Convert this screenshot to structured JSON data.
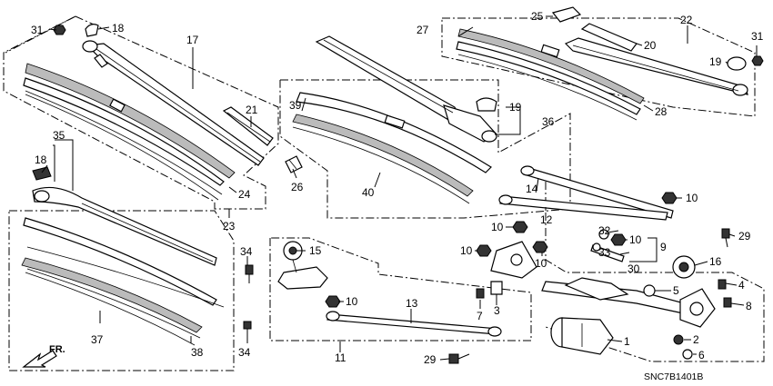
{
  "diagram": {
    "drawing_code": "SNC7B1401B",
    "direction_label": "FR.",
    "callouts": [
      {
        "id": "c31a",
        "text": "31"
      },
      {
        "id": "c18a",
        "text": "18"
      },
      {
        "id": "c17",
        "text": "17"
      },
      {
        "id": "c21",
        "text": "21"
      },
      {
        "id": "c24",
        "text": "24"
      },
      {
        "id": "c23",
        "text": "23"
      },
      {
        "id": "c35",
        "text": "35"
      },
      {
        "id": "c18b",
        "text": "18"
      },
      {
        "id": "c37",
        "text": "37"
      },
      {
        "id": "c38",
        "text": "38"
      },
      {
        "id": "c34a",
        "text": "34"
      },
      {
        "id": "c34b",
        "text": "34"
      },
      {
        "id": "c15",
        "text": "15"
      },
      {
        "id": "c10a",
        "text": "10"
      },
      {
        "id": "c13",
        "text": "13"
      },
      {
        "id": "c11",
        "text": "11"
      },
      {
        "id": "c29a",
        "text": "29"
      },
      {
        "id": "c26",
        "text": "26"
      },
      {
        "id": "c39",
        "text": "39"
      },
      {
        "id": "c40",
        "text": "40"
      },
      {
        "id": "c19a",
        "text": "19"
      },
      {
        "id": "c36",
        "text": "36"
      },
      {
        "id": "c27",
        "text": "27"
      },
      {
        "id": "c25",
        "text": "25"
      },
      {
        "id": "c22",
        "text": "22"
      },
      {
        "id": "c20",
        "text": "20"
      },
      {
        "id": "c19b",
        "text": "19"
      },
      {
        "id": "c31b",
        "text": "31"
      },
      {
        "id": "c28",
        "text": "28"
      },
      {
        "id": "c14",
        "text": "14"
      },
      {
        "id": "c10b",
        "text": "10"
      },
      {
        "id": "c12",
        "text": "12"
      },
      {
        "id": "c10c",
        "text": "10"
      },
      {
        "id": "c10d",
        "text": "10"
      },
      {
        "id": "c10e",
        "text": "10"
      },
      {
        "id": "c32",
        "text": "32"
      },
      {
        "id": "c10f",
        "text": "10"
      },
      {
        "id": "c9",
        "text": "9"
      },
      {
        "id": "c33",
        "text": "33"
      },
      {
        "id": "c30",
        "text": "30"
      },
      {
        "id": "c29b",
        "text": "29"
      },
      {
        "id": "c16",
        "text": "16"
      },
      {
        "id": "c4",
        "text": "4"
      },
      {
        "id": "c8",
        "text": "8"
      },
      {
        "id": "c5",
        "text": "5"
      },
      {
        "id": "c7",
        "text": "7"
      },
      {
        "id": "c3",
        "text": "3"
      },
      {
        "id": "c1",
        "text": "1"
      },
      {
        "id": "c2",
        "text": "2"
      },
      {
        "id": "c6",
        "text": "6"
      }
    ]
  }
}
